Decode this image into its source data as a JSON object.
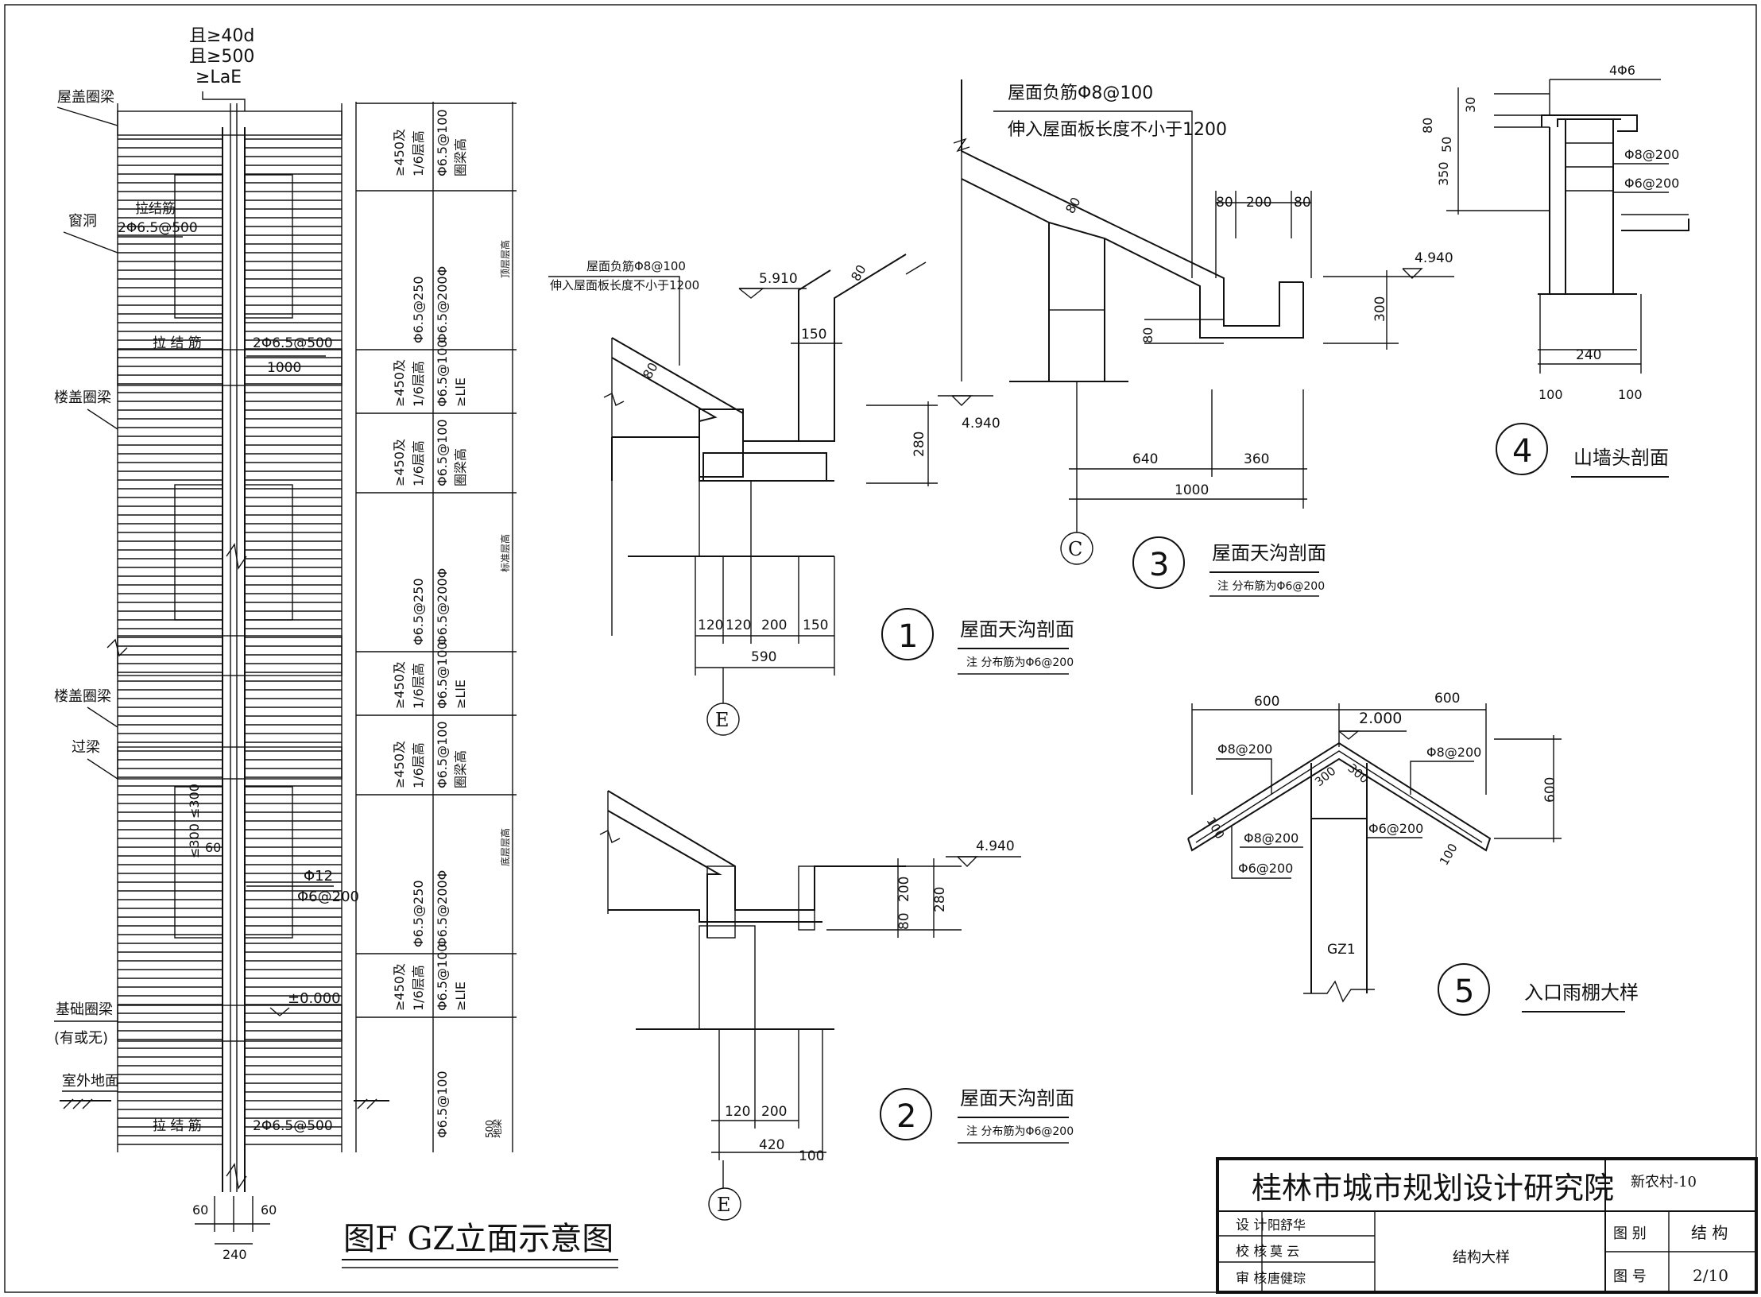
{
  "elevation": {
    "top_notes": [
      "且≥40d",
      "且≥500",
      "≥LaE"
    ],
    "labels": {
      "roof_ring_beam": "屋盖圈梁",
      "window_opening": "窗洞",
      "tie_bar": "拉结筋",
      "tie_spec": "2Φ6.5@500",
      "tie_bar_2": "拉 结 筋",
      "tie_spec_2": "2Φ6.5@500",
      "len_1000": "1000",
      "floor_ring_beam_1": "楼盖圈梁",
      "floor_ring_beam_2": "楼盖圈梁",
      "lintel": "过梁",
      "foundation_beam": "基础圈梁",
      "foundation_note": "(有或无)",
      "outdoor_ground": "室外地面",
      "tie_bar_3": "拉 结 筋",
      "tie_spec_3": "2Φ6.5@500",
      "s300a": "≤300",
      "s300b": "≤300",
      "s60": "60",
      "bar_main": "Φ12",
      "bar_stirrup": "Φ6@200",
      "level_0": "±0.000",
      "dim_60a": "60",
      "dim_60b": "60",
      "dim_240": "240"
    },
    "column_specs": [
      "Φ6.5@100",
      "1/6层高",
      "≥450及",
      "圈梁高",
      "Φ6.5@250",
      "Φ6.5@200Φ",
      "Φ6.5@100",
      "1/6层高",
      "≥450及",
      "≥LlE",
      "Φ6.5@100",
      "1/6层高",
      "≥450及",
      "圈梁高",
      "Φ6.5@250",
      "Φ6.5@200Φ",
      "Φ6.5@100",
      "1/6层高",
      "≥450及",
      "≥LlE",
      "Φ6.5@100",
      "1/6层高",
      "≥450及",
      "圈梁高",
      "Φ6.5@250",
      "Φ6.5@200Φ",
      "Φ6.5@100",
      "1/6层高",
      "≥450及",
      "≥LlE",
      "Φ6.5@100",
      "500",
      "地梁"
    ],
    "story_labels": [
      "顶层层高",
      "标准层高",
      "底层层高"
    ],
    "title": "图F  GZ立面示意图"
  },
  "detail1": {
    "note1": "屋面负筋Φ8@100",
    "note2": "伸入屋面板长度不小于1200",
    "elev": "5.910",
    "d80a": "80",
    "d80b": "80",
    "d150": "150",
    "d280": "280",
    "elev2": "4.940",
    "dims": [
      "120",
      "120",
      "200",
      "150"
    ],
    "total": "590",
    "axis": "E",
    "num": "1",
    "title": "屋面天沟剖面",
    "note": "注 分布筋为Φ6@200"
  },
  "detail2": {
    "elev": "4.940",
    "d200": "200",
    "d280": "280",
    "d80": "80",
    "dims": [
      "120",
      "200"
    ],
    "total": "420",
    "d100": "100",
    "axis": "E",
    "num": "2",
    "title": "屋面天沟剖面",
    "note": "注 分布筋为Φ6@200"
  },
  "detail3": {
    "note1": "屋面负筋Φ8@100",
    "note2": "伸入屋面板长度不小于1200",
    "d80": "80",
    "top_dims": [
      "80",
      "200",
      "80"
    ],
    "d80b": "80",
    "elev": "4.940",
    "d300": "300",
    "dims": [
      "640",
      "360"
    ],
    "total": "1000",
    "axis": "C",
    "num": "3",
    "title": "屋面天沟剖面",
    "note": "注 分布筋为Φ6@200"
  },
  "detail4": {
    "top": "4Φ6",
    "d80": "80",
    "d30": "30",
    "d50": "50",
    "d350": "350",
    "bar1": "Φ8@200",
    "bar2": "Φ6@200",
    "d240": "240",
    "d100a": "100",
    "d100b": "100",
    "num": "4",
    "title": "山墙头剖面"
  },
  "detail5": {
    "d600a": "600",
    "d600b": "600",
    "elev": "2.000",
    "bar_l": "Φ8@200",
    "bar_r": "Φ8@200",
    "d300a": "300",
    "d300b": "300",
    "d600v": "600",
    "d100a": "100",
    "d100b": "100",
    "bar_m1": "Φ8@200",
    "bar_m2": "Φ6@200",
    "bar_m3": "Φ6@200",
    "gz": "GZ1",
    "num": "5",
    "title": "入口雨棚大样"
  },
  "title_block": {
    "institute": "桂林市城市规划设计研究院",
    "project": "新农村-10",
    "design_label": "设 计",
    "design_name": "阳舒华",
    "check_label": "校 核",
    "check_name": "莫 云",
    "review_label": "审 核",
    "review_name": "唐健琮",
    "drawing_name": "结构大样",
    "category_label": "图 别",
    "category_value": "结 构",
    "number_label": "图 号",
    "number_value": "2/10"
  }
}
